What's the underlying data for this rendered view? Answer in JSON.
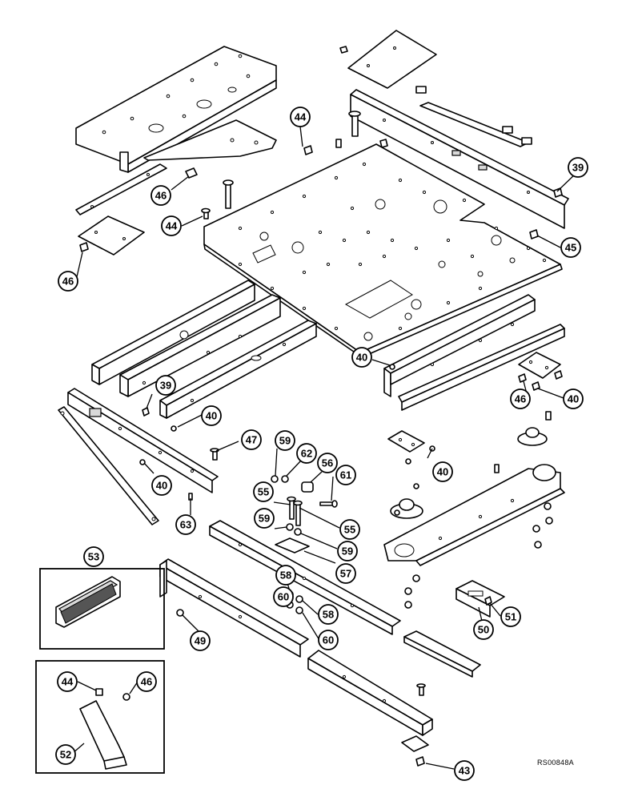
{
  "callouts": [
    {
      "id": "c44a",
      "label": "44"
    },
    {
      "id": "c46a",
      "label": "46"
    },
    {
      "id": "c44b",
      "label": "44"
    },
    {
      "id": "c46b",
      "label": "46"
    },
    {
      "id": "c39a",
      "label": "39"
    },
    {
      "id": "c45",
      "label": "45"
    },
    {
      "id": "c40a",
      "label": "40"
    },
    {
      "id": "c46c",
      "label": "46"
    },
    {
      "id": "c40b",
      "label": "40"
    },
    {
      "id": "c39b",
      "label": "39"
    },
    {
      "id": "c40c",
      "label": "40"
    },
    {
      "id": "c47",
      "label": "47"
    },
    {
      "id": "c59a",
      "label": "59"
    },
    {
      "id": "c62",
      "label": "62"
    },
    {
      "id": "c56",
      "label": "56"
    },
    {
      "id": "c61",
      "label": "61"
    },
    {
      "id": "c40d",
      "label": "40"
    },
    {
      "id": "c40e",
      "label": "40"
    },
    {
      "id": "c55a",
      "label": "55"
    },
    {
      "id": "c63",
      "label": "63"
    },
    {
      "id": "c59b",
      "label": "59"
    },
    {
      "id": "c55b",
      "label": "55"
    },
    {
      "id": "c59c",
      "label": "59"
    },
    {
      "id": "c57",
      "label": "57"
    },
    {
      "id": "c53",
      "label": "53"
    },
    {
      "id": "c58a",
      "label": "58"
    },
    {
      "id": "c60a",
      "label": "60"
    },
    {
      "id": "c58b",
      "label": "58"
    },
    {
      "id": "c60b",
      "label": "60"
    },
    {
      "id": "c49",
      "label": "49"
    },
    {
      "id": "c50",
      "label": "50"
    },
    {
      "id": "c51",
      "label": "51"
    },
    {
      "id": "c44c",
      "label": "44"
    },
    {
      "id": "c46d",
      "label": "46"
    },
    {
      "id": "c52",
      "label": "52"
    },
    {
      "id": "c43",
      "label": "43"
    }
  ],
  "reference_code": "RS00848A"
}
